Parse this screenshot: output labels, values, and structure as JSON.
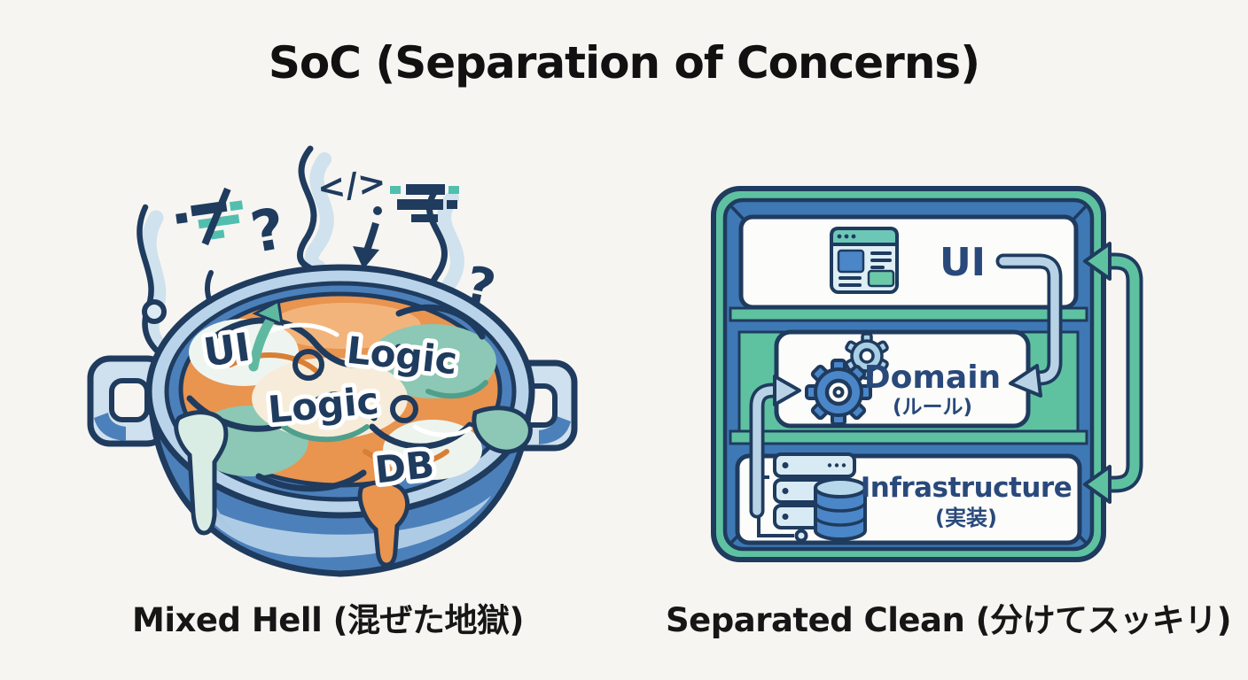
{
  "title": "SoC (Separation of Concerns)",
  "pot": {
    "caption": "Mixed Hell (混ぜた地獄)",
    "labels": {
      "ui": "UI",
      "logic_top": "Logic",
      "logic_center": "Logic",
      "db": "DB"
    },
    "symbols": {
      "code_tag": "</>",
      "question_mark_1": "?",
      "question_mark_2": "?"
    }
  },
  "diagram": {
    "caption": "Separated Clean (分けてスッキリ)",
    "layers": [
      {
        "label": "UI",
        "sublabel": ""
      },
      {
        "label": "Domain",
        "sublabel": "(ルール)"
      },
      {
        "label": "Infrastructure",
        "sublabel": "(実装)"
      }
    ]
  },
  "colors": {
    "background": "#f7f5f2",
    "outline_navy": "#1f3b5e",
    "text_navy": "#29497b",
    "pot_blue": "#4c80bb",
    "pot_light_blue": "#b9d4ea",
    "stew_orange": "#e9944f",
    "stew_teal": "#8cc8b5",
    "steam_blue": "#cfe2ee",
    "frame_teal": "#5ec2a1",
    "frame_blue": "#3e79b6",
    "arrow_light_blue": "#b9d3e6",
    "title_black": "#111111"
  }
}
